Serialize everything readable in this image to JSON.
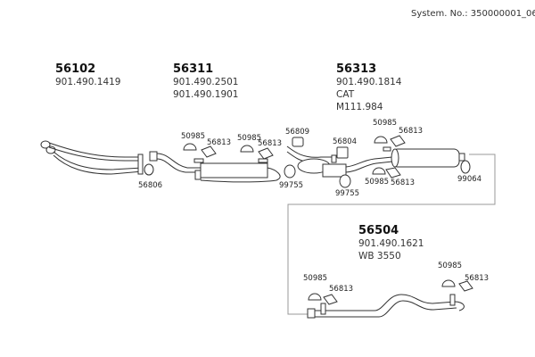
{
  "header": {
    "system_no": "System. No.: 350000001_06"
  },
  "groups": [
    {
      "id": "56102",
      "lines": [
        "901.490.1419"
      ]
    },
    {
      "id": "56311",
      "lines": [
        "901.490.2501",
        "901.490.1901"
      ]
    },
    {
      "id": "56313",
      "lines": [
        "901.490.1814",
        "CAT",
        "M111.984"
      ]
    },
    {
      "id": "56504",
      "lines": [
        "901.490.1621",
        "WB 3550"
      ]
    }
  ],
  "parts": {
    "p56806": "56806",
    "p50985_a": "50985",
    "p56813_a": "56813",
    "p50985_b": "50985",
    "p56813_b": "56813",
    "p56809": "56809",
    "p99755_a": "99755",
    "p56804": "56804",
    "p99755_b": "99755",
    "p50985_c": "50985",
    "p56813_c": "56813",
    "p50985_d": "50985",
    "p56813_d": "56813",
    "p99064": "99064",
    "p50985_e": "50985",
    "p56813_e": "56813",
    "p50985_f": "50985",
    "p56813_f": "56813"
  }
}
